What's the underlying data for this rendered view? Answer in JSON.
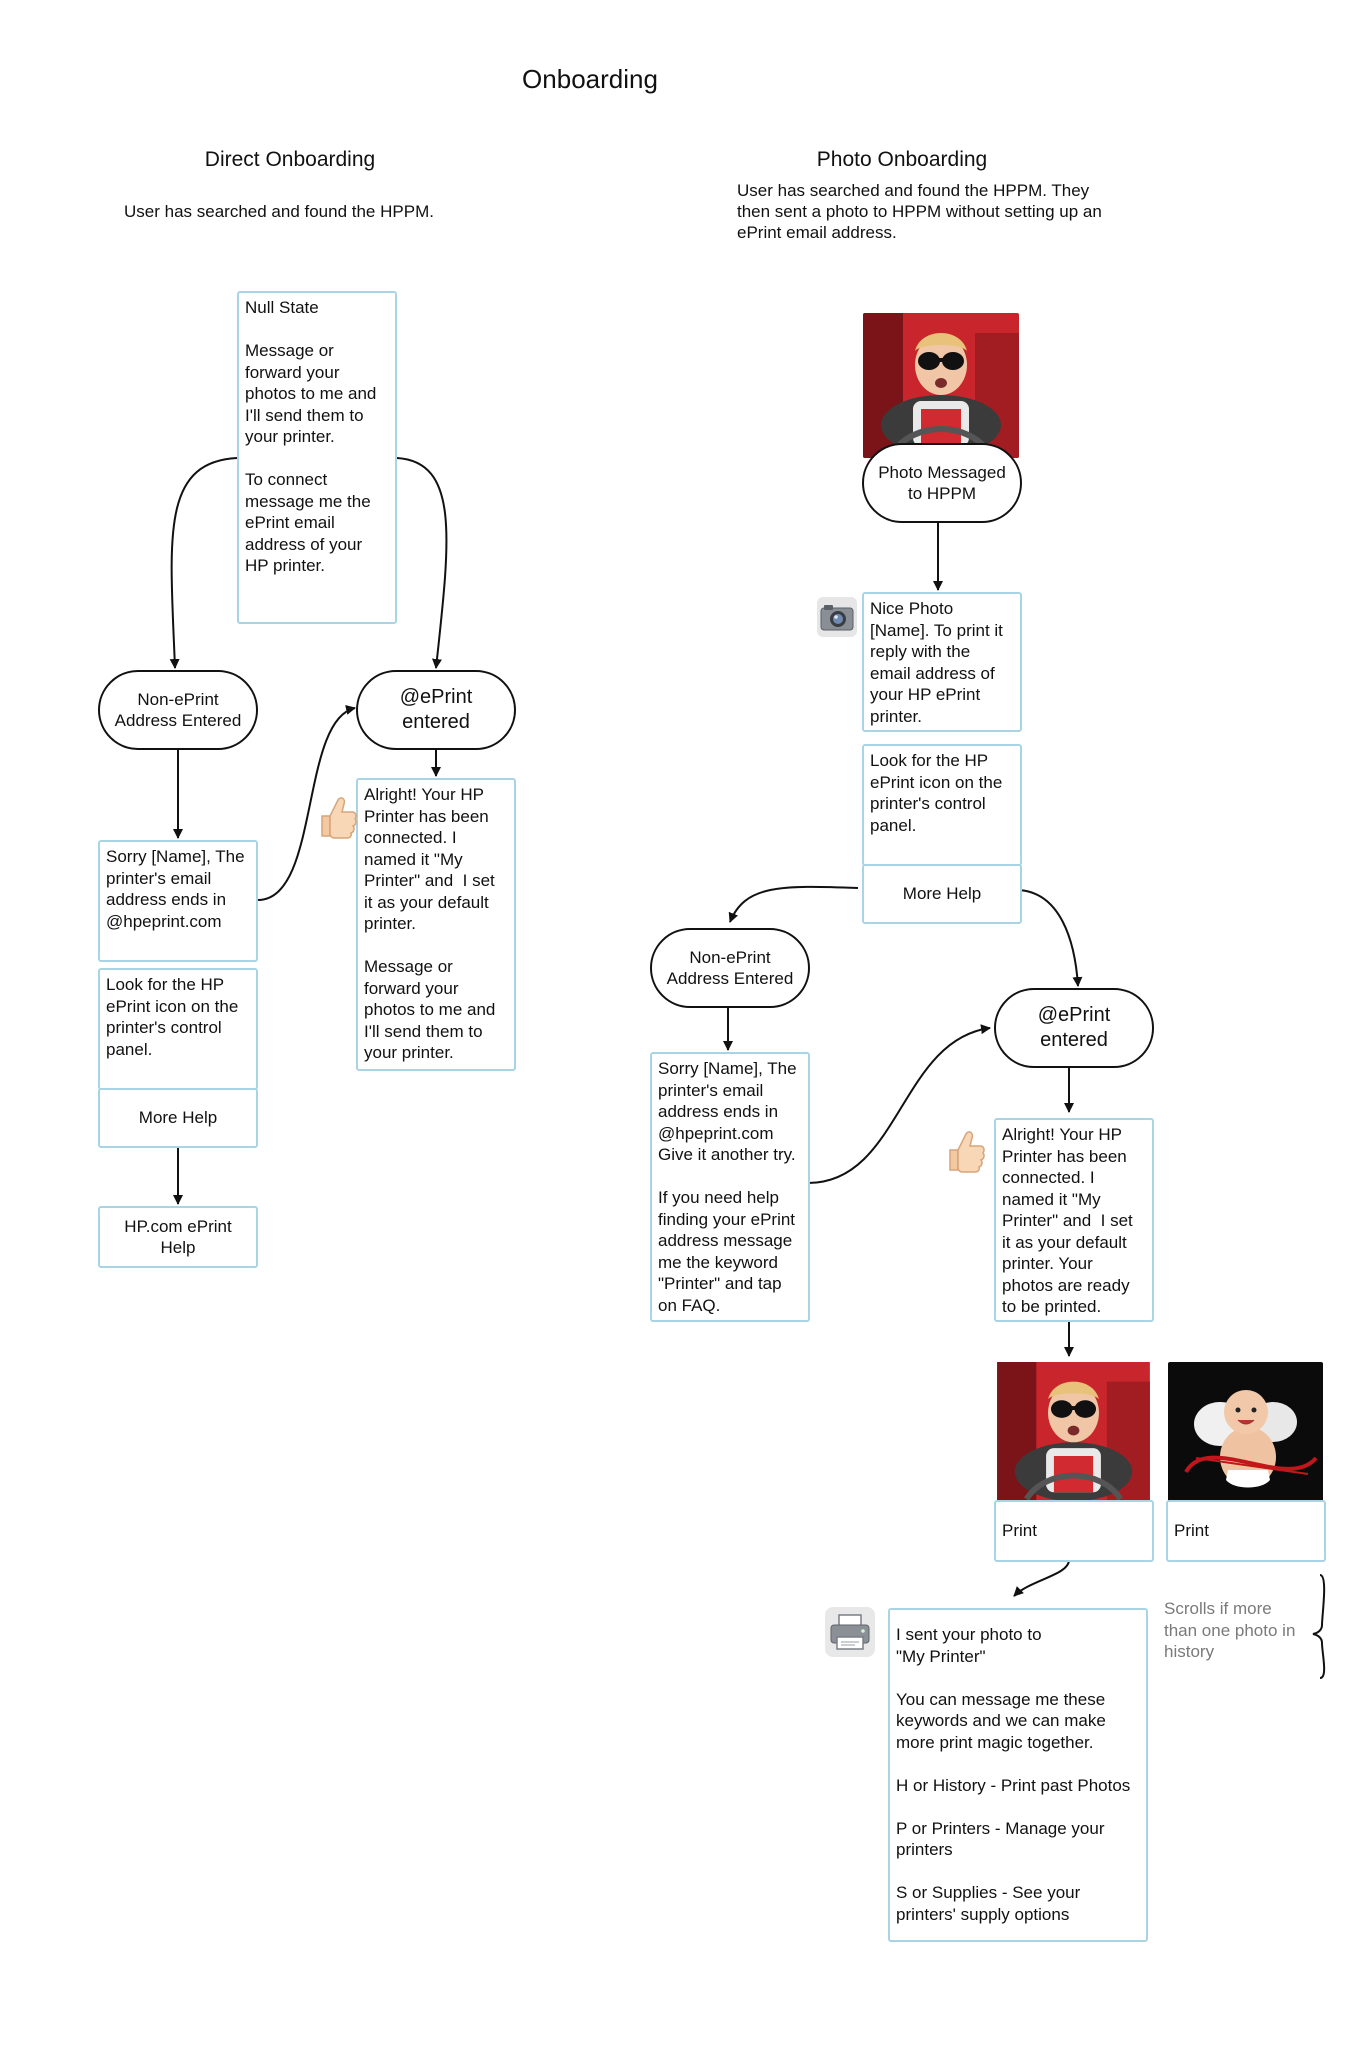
{
  "page_title": "Onboarding",
  "direct": {
    "title": "Direct Onboarding",
    "description": "User has searched and found the HPPM.",
    "null_state": "Null State\n\nMessage or\nforward your\nphotos to me and\nI'll send them to\nyour printer.\n\nTo connect\nmessage me the\nePrint email\naddress of your\nHP printer.",
    "non_eprint": "Non-ePrint\nAddress Entered",
    "eprint_entered": "@ePrint\nentered",
    "sorry_msg": "Sorry [Name], The\nprinter's email\naddress ends in\n@hpeprint.com",
    "look_for_icon": "Look for the HP\nePrint icon on the\nprinter's control\npanel.",
    "more_help": "More Help",
    "hp_help": "HP.com ePrint\nHelp",
    "connected_msg": "Alright! Your HP\nPrinter has been\nconnected. I\nnamed it \"My\nPrinter\" and  I set\nit as your default\nprinter.\n\nMessage or\nforward your\nphotos to me and\nI'll send them to\nyour printer."
  },
  "photo": {
    "title": "Photo Onboarding",
    "description": "User has searched and found the HPPM. They\nthen sent a photo to HPPM without setting up an\nePrint email address.",
    "photo_messaged": "Photo Messaged\nto HPPM",
    "nice_photo": "Nice Photo\n[Name]. To print it\nreply with the\nemail address of\nyour HP ePrint\nprinter.",
    "look_for_icon": "Look for the HP\nePrint icon on the\nprinter's control\npanel.",
    "more_help": "More Help",
    "non_eprint": "Non-ePrint\nAddress Entered",
    "eprint_entered": "@ePrint\nentered",
    "sorry_msg": "Sorry [Name], The\nprinter's email\naddress ends in\n@hpeprint.com\nGive it another try.\n\nIf you need help\nfinding your ePrint\naddress message\nme the keyword\n\"Printer\" and tap\non FAQ.",
    "connected_msg": "Alright! Your HP\nPrinter has been\nconnected. I\nnamed it \"My\nPrinter\" and  I set\nit as your default\nprinter. Your\nphotos are ready\nto be printed.",
    "print_label_1": "Print",
    "print_label_2": "Print",
    "scroll_note": "Scrolls if more\nthan one photo in\nhistory",
    "sent_msg": "I sent your photo to\n\"My Printer\"\n\nYou can message me these\nkeywords and we can make\nmore print magic together.\n\nH or History - Print past Photos\n\nP or Printers - Manage your\nprinters\n\nS or Supplies - See your\nprinters' supply options"
  },
  "icons": {
    "thumbs_up": "thumbs-up-icon",
    "camera": "camera-icon",
    "printer": "printer-icon"
  },
  "colors": {
    "box_border": "#a9d4e6",
    "pill_border": "#111111",
    "note_text": "#7a7a7a"
  }
}
